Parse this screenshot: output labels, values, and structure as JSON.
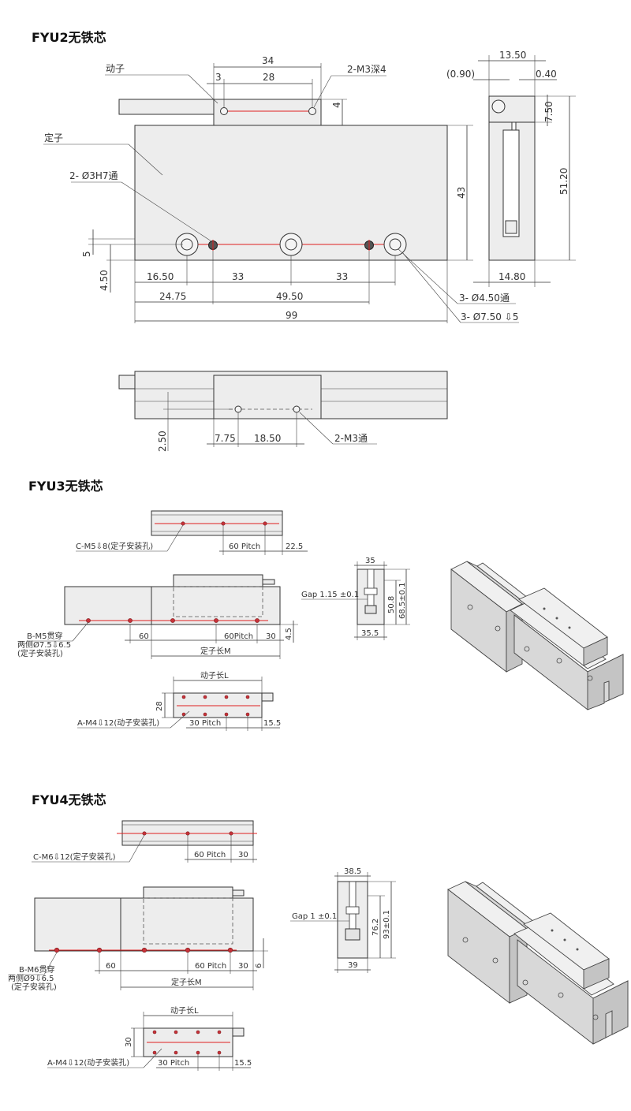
{
  "titles": {
    "fyu2": "FYU2无铁芯",
    "fyu3": "FYU3无铁芯",
    "fyu4": "FYU4无铁芯"
  },
  "fyu2": {
    "mover": "动子",
    "stator": "定子",
    "dims": {
      "d34": "34",
      "d3": "3",
      "d28": "28",
      "m3_depth": "2-M3深4",
      "d4": "4",
      "h7": "2- Ø3H7通",
      "d5": "5",
      "d450": "4.50",
      "d1650": "16.50",
      "d33a": "33",
      "d33b": "33",
      "d2475": "24.75",
      "d4950": "49.50",
      "d99": "99",
      "d43": "43",
      "hole450": "3- Ø4.50通",
      "cb750": "3- Ø7.50 ⇩5",
      "side_1350": "13.50",
      "side_090": "(0.90)",
      "side_040": "0.40",
      "side_750": "7.50",
      "side_5120": "51.20",
      "side_1480": "14.80",
      "bot_250": "2.50",
      "bot_775": "7.75",
      "bot_1850": "18.50",
      "bot_m3": "2-M3通"
    }
  },
  "fyu3": {
    "top": {
      "c_label": "C-M5⇩8(定子安装孔)",
      "pitch": "60 Pitch",
      "end": "22.5"
    },
    "front": {
      "b1": "B-M5贯穿",
      "b2": "两侧Ø7.5⇩6.5",
      "b3": "(定子安装孔)",
      "d60": "60",
      "pitch": "60Pitch",
      "d30": "30",
      "d45": "4.5",
      "m": "定子长M"
    },
    "side": {
      "w35": "35",
      "gap": "Gap 1.15 ±0.1",
      "h508": "50.8",
      "h685": "68.5±0.1",
      "w355": "35.5"
    },
    "mover": {
      "l": "动子长L",
      "h28": "28",
      "a_label": "A-M4⇩12(动子安装孔)",
      "pitch": "30 Pitch",
      "end": "15.5"
    }
  },
  "fyu4": {
    "top": {
      "c_label": "C-M6⇩12(定子安装孔)",
      "pitch": "60 Pitch",
      "d30": "30"
    },
    "front": {
      "b1": "B-M6贯穿",
      "b2": "两侧Ø9⇩6.5",
      "b3": "(定子安装孔)",
      "d60": "60",
      "pitch": "60 Pitch",
      "d30": "30",
      "d6": "6",
      "m": "定子长M"
    },
    "side": {
      "w385": "38.5",
      "gap": "Gap 1 ±0.1",
      "h762": "76.2",
      "h93": "93±0.1",
      "w39": "39"
    },
    "mover": {
      "l": "动子长L",
      "h30": "30",
      "a_label": "A-M4⇩12(动子安装孔)",
      "pitch": "30 Pitch",
      "end": "15.5"
    }
  },
  "colors": {
    "line": "#333333",
    "part_fill": "#ededed",
    "center_red": "#e02020",
    "hole_red": "#c8323a"
  }
}
